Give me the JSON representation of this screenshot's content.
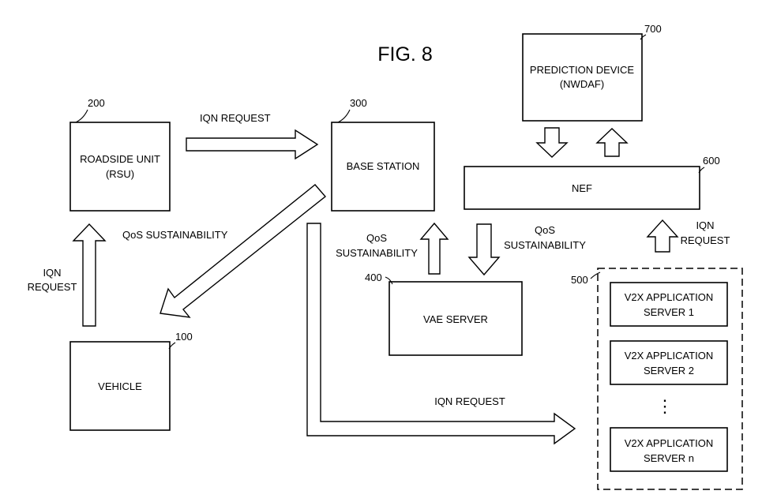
{
  "figure_title": "FIG. 8",
  "components": {
    "rsu": {
      "ref": "200",
      "line1": "ROADSIDE UNIT",
      "line2": "(RSU)"
    },
    "base_station": {
      "ref": "300",
      "label": "BASE STATION"
    },
    "prediction_device": {
      "ref": "700",
      "line1": "PREDICTION DEVICE",
      "line2": "(NWDAF)"
    },
    "nef": {
      "ref": "600",
      "label": "NEF"
    },
    "vae_server": {
      "ref": "400",
      "label": "VAE SERVER"
    },
    "vehicle": {
      "ref": "100",
      "label": "VEHICLE"
    },
    "app_server_group": {
      "ref": "500",
      "servers": [
        {
          "line1": "V2X APPLICATION",
          "line2": "SERVER 1"
        },
        {
          "line1": "V2X APPLICATION",
          "line2": "SERVER 2"
        },
        {
          "line1": "V2X APPLICATION",
          "line2": "SERVER n"
        }
      ],
      "ellipsis": "⋮"
    }
  },
  "messages": {
    "iqn_rsu_to_bs": "IQN REQUEST",
    "qos_bs_to_vehicle": "QoS SUSTAINABILITY",
    "iqn_vehicle_line1": "IQN",
    "iqn_vehicle_line2": "REQUEST",
    "qos_vae_line1": "QoS",
    "qos_vae_line2": "SUSTAINABILITY",
    "qos_nef_line1": "QoS",
    "qos_nef_line2": "SUSTAINABILITY",
    "iqn_app_line1": "IQN",
    "iqn_app_line2": "REQUEST",
    "iqn_bs_to_apps": "IQN REQUEST"
  }
}
